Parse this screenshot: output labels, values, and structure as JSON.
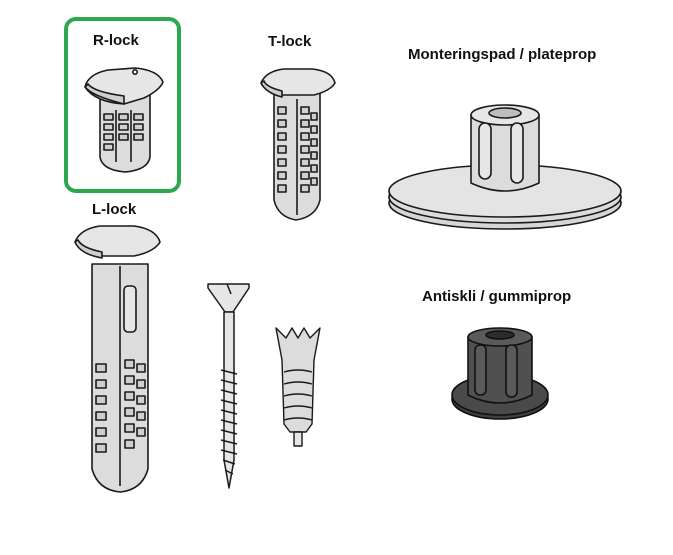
{
  "labels": {
    "r_lock": "R-lock",
    "t_lock": "T-lock",
    "l_lock": "L-lock",
    "monteringspad": "Monteringspad / plateprop",
    "antiskli": "Antiskli / gummiprop"
  },
  "colors": {
    "highlight": "#2ea84f",
    "plastic_light": "#dcdcdc",
    "plastic_top": "#e6e6e6",
    "outline": "#1a1a1a",
    "rubber": "#4a4a4a"
  },
  "selected_item": "r_lock"
}
